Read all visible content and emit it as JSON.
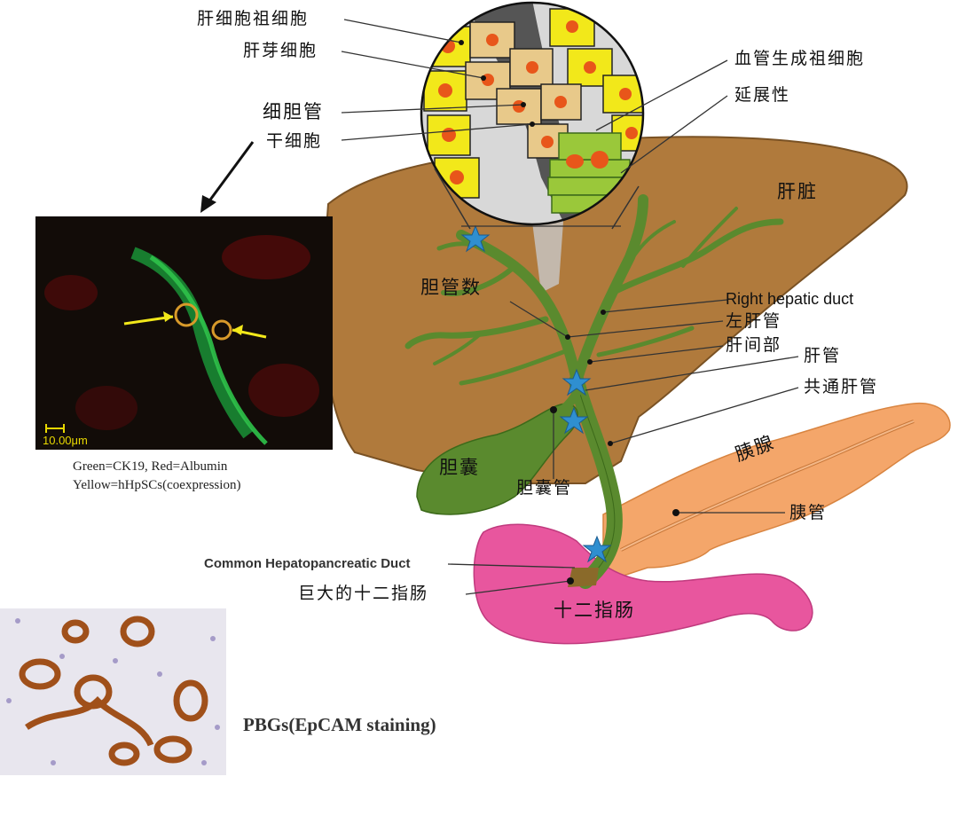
{
  "labels": {
    "hepatoblast_progenitor": "肝细胞祖细胞",
    "hepatic_bud_cell": "肝芽细胞",
    "bile_ductule": "细胆管",
    "stem_cell": "干细胞",
    "angioblast_progenitor": "血管生成祖细胞",
    "extensibility": "延展性",
    "liver": "肝脏",
    "bile_duct_tree": "胆管数",
    "right_hepatic_duct": "Right hepatic duct",
    "left_hepatic_duct": "左肝管",
    "hilar_portion": "肝间部",
    "hepatic_duct": "肝管",
    "common_hepatic_duct": "共通肝管",
    "pancreas": "胰腺",
    "gallbladder": "胆囊",
    "cystic_duct": "胆囊管",
    "pancreatic_duct": "胰管",
    "common_hepatopancreatic_duct": "Common Hepatopancreatic Duct",
    "large_duodenum": "巨大的十二指肠",
    "duodenum": "十二指肠"
  },
  "micrograph": {
    "scale_bar": "10.00μm",
    "caption_line1": "Green=CK19, Red=Albumin",
    "caption_line2": "Yellow=hHpSCs(coexpression)"
  },
  "pbg": {
    "caption": "PBGs(EpCAM staining)"
  },
  "colors": {
    "liver": "#b07a3c",
    "bile_duct": "#5a8a2e",
    "pancreas": "#f4a66a",
    "duodenum": "#e8569e",
    "cell_yellow": "#f2e81a",
    "cell_tan": "#e8c98a",
    "nucleus": "#e8561a",
    "star": "#2f8fd0"
  }
}
